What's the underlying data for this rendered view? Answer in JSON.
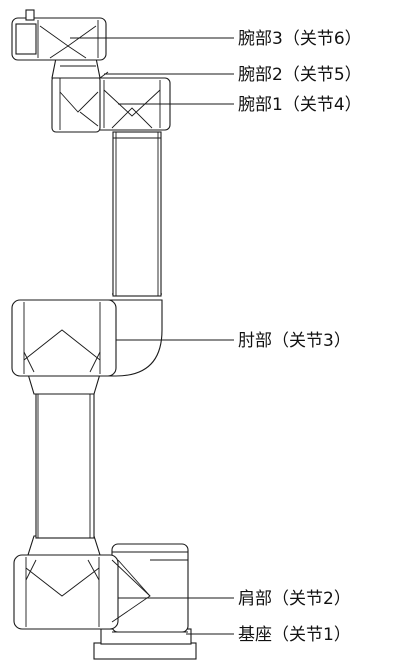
{
  "labels": {
    "wrist3": "腕部3（关节6）",
    "wrist2": "腕部2（关节5）",
    "wrist1": "腕部1（关节4）",
    "elbow": "肘部（关节3）",
    "shoulder": "肩部（关节2）",
    "base": "基座（关节1）"
  },
  "colors": {
    "line": "#1a1a1a",
    "background": "#ffffff"
  }
}
